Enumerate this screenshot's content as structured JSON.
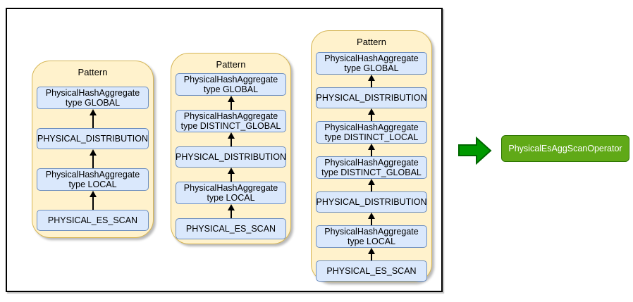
{
  "colors": {
    "container_fill": "#FFF2CC",
    "container_stroke": "#D6B656",
    "node_fill": "#DAE8FC",
    "node_stroke": "#6C8EBF",
    "result_fill": "#60A917",
    "result_stroke": "#2D7600",
    "transform_arrow_fill": "#009900",
    "transform_arrow_stroke": "#006600",
    "node_text": "#000000",
    "result_text": "#FFFFFF"
  },
  "patterns": [
    {
      "title": "Pattern",
      "nodes": [
        "PhysicalHashAggregate\ntype GLOBAL",
        "PHYSICAL_DISTRIBUTION",
        "PhysicalHashAggregate\ntype LOCAL",
        "PHYSICAL_ES_SCAN"
      ]
    },
    {
      "title": "Pattern",
      "nodes": [
        "PhysicalHashAggregate\ntype GLOBAL",
        "PhysicalHashAggregate\ntype DISTINCT_GLOBAL",
        "PHYSICAL_DISTRIBUTION",
        "PhysicalHashAggregate\ntype LOCAL",
        "PHYSICAL_ES_SCAN"
      ]
    },
    {
      "title": "Pattern",
      "nodes": [
        "PhysicalHashAggregate\ntype GLOBAL",
        "PHYSICAL_DISTRIBUTION",
        "PhysicalHashAggregate\ntype DISTINCT_LOCAL",
        "PhysicalHashAggregate\ntype DISTINCT_GLOBAL",
        "PHYSICAL_DISTRIBUTION",
        "PhysicalHashAggregate\ntype LOCAL",
        "PHYSICAL_ES_SCAN"
      ]
    }
  ],
  "result": {
    "label": "PhysicalEsAggScanOperator"
  }
}
